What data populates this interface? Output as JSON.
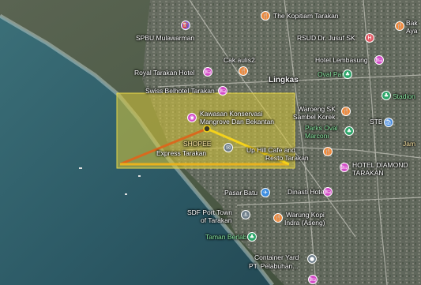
{
  "map": {
    "colors": {
      "sea": "#2f5c68",
      "land": "#4b5a44",
      "coverage_fill": "#d8c93a",
      "wedge_left": "#d9691e",
      "wedge_right": "#f4d21a"
    },
    "labels": {
      "kopitiam": "The Kopitiam Tarakan",
      "bak": "Bak",
      "ayam": "Aya",
      "spbu": "SPBU Mulawarman",
      "rsud": "RSUD Dr. Jusuf SK",
      "cak_aulis": "Cak aulis2",
      "hotel_lembasung": "Hotel Lembasung",
      "royal": "Royal Tarakan Hotel",
      "oval_park": "Oval Park",
      "lingkas": "Lingkas",
      "swiss": "Swiss Belhotel Tarakan",
      "stadion": "Stadion",
      "kawasan_1": "Kawasan Konservasi",
      "kawasan_2": "Mangrove Dan Bekantan",
      "waroeng_1": "Waroeng SK",
      "waroeng_2": "Sambel Korek",
      "parks_1": "Parks Oval",
      "parks_2": "Marconi",
      "stb": "STB",
      "shopee_1": "SHOPEE",
      "shopee_2": "Express Tarakan",
      "shopee_3": "Jam",
      "uphill_1": "Up Hill Cafe and",
      "uphill_2": "Resto Tarakan",
      "diamond_1": "HOTEL DIAMOND",
      "diamond_2": "TARAKAN",
      "pasar": "Pasar Batu",
      "dinasti": "Dinasti Hotel",
      "sdf_1": "SDF Port Town",
      "sdf_2": "of Tarakan",
      "warung_1": "Warung Kopi",
      "warung_2": "Indra (Aseng)",
      "taman": "Taman Berlabuh",
      "container_1": "Container Yard",
      "container_2": "PT. Pelabuhan..."
    }
  }
}
